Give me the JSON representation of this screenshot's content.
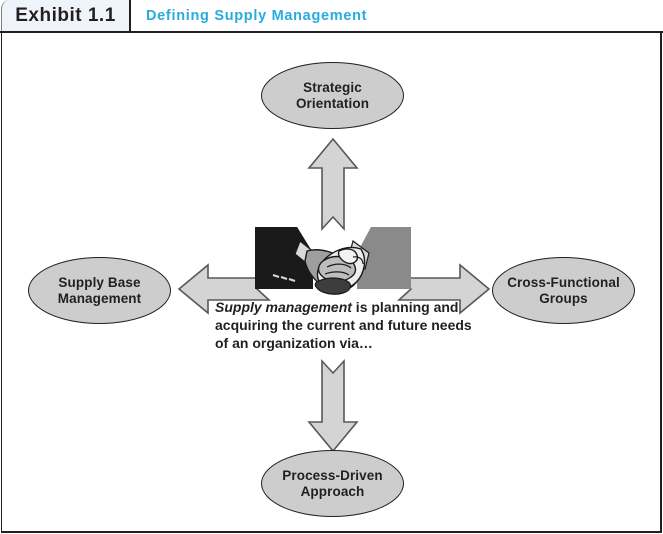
{
  "header": {
    "exhibit_label": "Exhibit 1.1",
    "title": "Defining Supply Management",
    "tab_background": "#eef4fa",
    "title_color": "#29abe2",
    "rule_color": "#231f20"
  },
  "diagram": {
    "type": "hub-and-spoke",
    "center": {
      "icon": "handshake-icon",
      "caption_term": "Supply management",
      "caption_rest": " is planning and acquiring the current and future needs of an organization via…"
    },
    "node_fill": "#cdcdcd",
    "node_stroke": "#231f20",
    "arrow_fill": "#d4d4d4",
    "arrow_stroke": "#58585a",
    "nodes": [
      {
        "id": "strategic",
        "label": "Strategic Orientation",
        "line1": "Strategic",
        "line2": "Orientation",
        "position": "top"
      },
      {
        "id": "supply-base",
        "label": "Supply Base Management",
        "line1": "Supply Base",
        "line2": "Management",
        "position": "left"
      },
      {
        "id": "cross-func",
        "label": "Cross-Functional Groups",
        "line1": "Cross-Functional",
        "line2": "Groups",
        "position": "right"
      },
      {
        "id": "process",
        "label": "Process-Driven Approach",
        "line1": "Process-Driven",
        "line2": "Approach",
        "position": "bottom"
      }
    ],
    "arrows": [
      {
        "id": "arrow-up",
        "direction": "up",
        "from": "center",
        "to": "strategic"
      },
      {
        "id": "arrow-left",
        "direction": "left",
        "from": "center",
        "to": "supply-base"
      },
      {
        "id": "arrow-right",
        "direction": "right",
        "from": "center",
        "to": "cross-func"
      },
      {
        "id": "arrow-down",
        "direction": "down",
        "from": "center",
        "to": "process"
      }
    ]
  }
}
